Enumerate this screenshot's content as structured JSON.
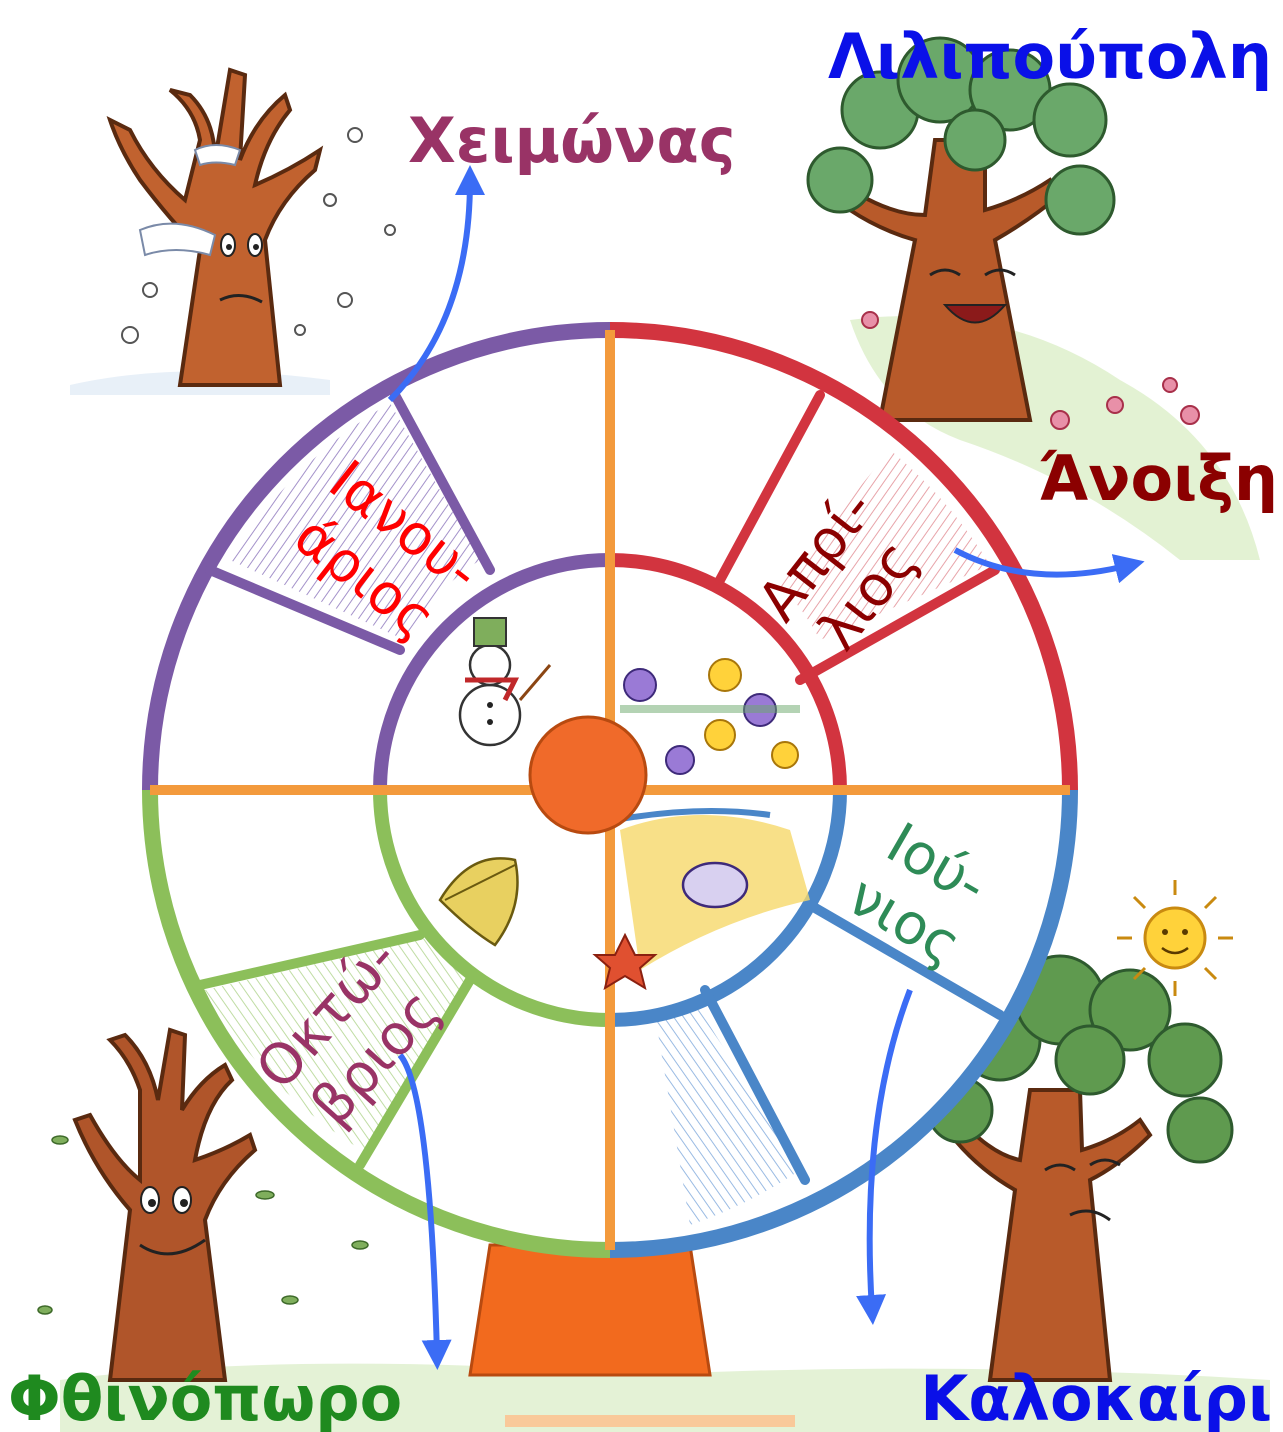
{
  "title": "Λιλιπούπολη",
  "seasons": {
    "winter": "Χειμώνας",
    "spring": "Άνοιξη",
    "summer": "Καλοκαίρι",
    "autumn": "Φθινόπωρο"
  },
  "months": {
    "january": [
      "Ιανου-",
      "άριος"
    ],
    "april": [
      "Απρί-",
      "λιος"
    ],
    "june": [
      "Ιού-",
      "νιος"
    ],
    "october": [
      "Οκτώ-",
      "βριος"
    ]
  },
  "colors": {
    "title": "#0a10e8",
    "winter": "#993366",
    "spring": "#8b0000",
    "summer": "#0a10e8",
    "autumn": "#1f8a1f",
    "january": "#ff0000",
    "april": "#8b0000",
    "june": "#2e8b57",
    "october": "#993366",
    "arrows": "#3b6cf5",
    "wheel_winter": "#7b5aa6",
    "wheel_spring": "#d2343f",
    "wheel_summer": "#4a86c8",
    "wheel_autumn": "#8cbf5a",
    "spokes": "#f39a3c",
    "hub": "#f06a2a"
  },
  "icons": [
    "winter-tree-icon",
    "spring-tree-icon",
    "summer-tree-icon",
    "autumn-tree-icon",
    "snowman-icon",
    "flowers-icon",
    "seashell-icon",
    "leaf-icon",
    "sun-icon"
  ]
}
